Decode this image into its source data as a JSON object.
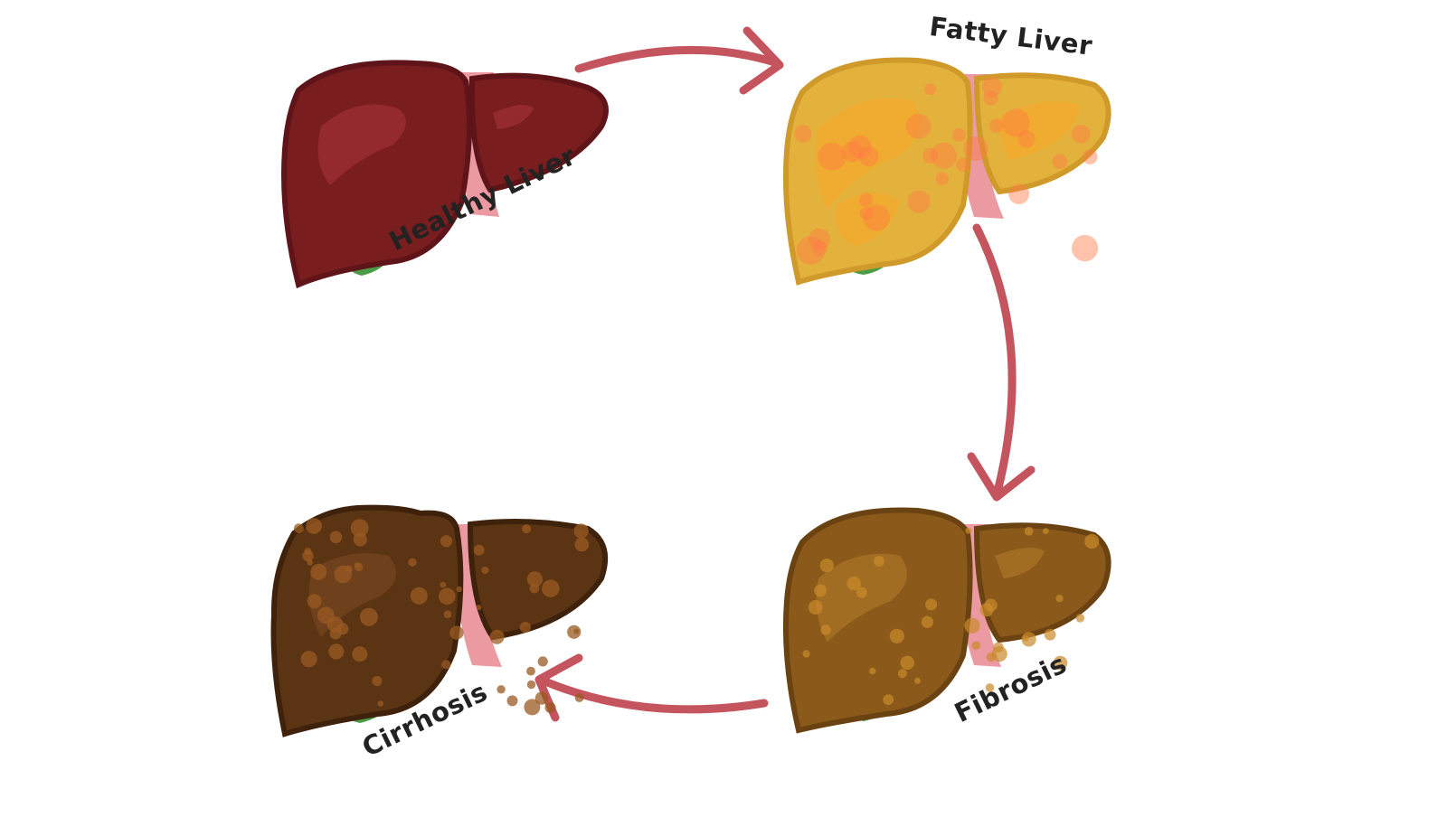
{
  "stages": [
    {
      "id": "healthy",
      "label": "Healthy Liver",
      "fill": "#7a1d1f",
      "dark": "#5e1418",
      "highlight": "#a63338"
    },
    {
      "id": "fatty",
      "label": "Fatty Liver",
      "fill": "#e3b23c",
      "dark": "#cf9a2a",
      "highlight": "#f8a928"
    },
    {
      "id": "fibrosis",
      "label": "Fibrosis",
      "fill": "#8b5a1b",
      "dark": "#6b4212",
      "highlight": "#b07a2a"
    },
    {
      "id": "cirrhosis",
      "label": "Cirrhosis",
      "fill": "#5b3414",
      "dark": "#3f220c",
      "highlight": "#7b4a21"
    }
  ],
  "colors": {
    "arrow": "#c4545d",
    "ligament": "#ec9aa2",
    "gallbladder": "#4a9d46",
    "label_text": "#222222"
  },
  "icons": [
    "arrow-right-icon",
    "arrow-down-icon",
    "arrow-left-icon"
  ]
}
